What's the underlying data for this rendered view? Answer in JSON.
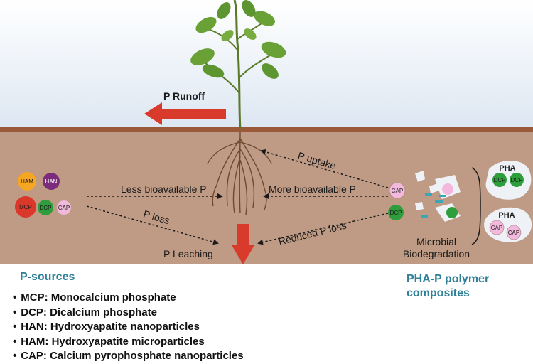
{
  "flows": {
    "runoff": "P Runoff",
    "uptake": "P uptake",
    "less_bioavailable": "Less bioavailable P",
    "more_bioavailable": "More bioavailable P",
    "loss": "P loss",
    "reduced_loss": "Reduced P loss",
    "leaching": "P Leaching",
    "biodegradation_line1": "Microbial",
    "biodegradation_line2": "Biodegradation"
  },
  "particles": {
    "ham": "HAM",
    "han": "HAN",
    "mcp": "MCP",
    "dcp": "DCP",
    "cap": "CAP"
  },
  "composites": {
    "pha": "PHA",
    "dcp": "DCP",
    "cap": "CAP"
  },
  "legend": {
    "title": "P-sources",
    "items": [
      "MCP: Monocalcium phosphate",
      "DCP: Dicalcium phosphate",
      "HAN: Hydroxyapatite nanoparticles",
      "HAM: Hydroxyapatite microparticles",
      "CAP: Calcium pyrophosphate nanoparticles"
    ]
  },
  "composite_title": {
    "line1": "PHA-P polymer",
    "line2": "composites"
  },
  "colors": {
    "sky_top": "#ffffff",
    "sky_bottom": "#dde7f2",
    "soil": "#bf9b85",
    "soil_edge": "#9a5a3a",
    "arrow_red": "#d83a2c",
    "ham": "#f5a623",
    "han": "#7b2d7b",
    "mcp": "#d9382a",
    "dcp": "#2e9e3c",
    "cap": "#f2b9dc",
    "accent_text": "#2e7f98"
  }
}
